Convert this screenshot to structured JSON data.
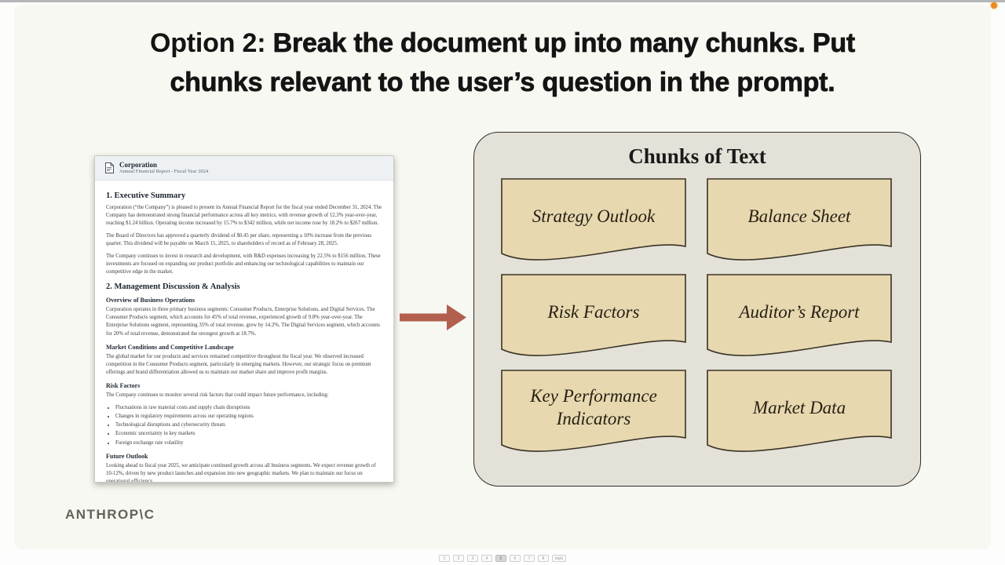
{
  "title": {
    "prefix": "Option 2: ",
    "line1_bold": "Break the document up into many chunks. Put",
    "line2_bold": "chunks relevant to the user’s question in the prompt."
  },
  "document": {
    "header": {
      "title": "Corporation",
      "subtitle": "Annual Financial Report - Fiscal Year 2024",
      "icon": "document-page-icon"
    },
    "sections": [
      {
        "type": "h1",
        "text": "1. Executive Summary"
      },
      {
        "type": "p",
        "text": "Corporation (“the Company”) is pleased to present its Annual Financial Report for the fiscal year ended December 31, 2024. The Company has demonstrated strong financial performance across all key metrics, with revenue growth of 12.3% year-over-year, reaching $1.24 billion. Operating income increased by 15.7% to $342 million, while net income rose by 18.2% to $267 million."
      },
      {
        "type": "p",
        "text": "The Board of Directors has approved a quarterly dividend of $0.45 per share, representing a 10% increase from the previous quarter. This dividend will be payable on March 15, 2025, to shareholders of record as of February 28, 2025."
      },
      {
        "type": "p",
        "text": "The Company continues to invest in research and development, with R&D expenses increasing by 22.5% to $156 million. These investments are focused on expanding our product portfolio and enhancing our technological capabilities to maintain our competitive edge in the market."
      },
      {
        "type": "h1",
        "text": "2. Management Discussion & Analysis"
      },
      {
        "type": "h2",
        "text": "Overview of Business Operations"
      },
      {
        "type": "p",
        "text": "Corporation operates in three primary business segments: Consumer Products, Enterprise Solutions, and Digital Services. The Consumer Products segment, which accounts for 45% of total revenue, experienced growth of 9.8% year-over-year. The Enterprise Solutions segment, representing 35% of total revenue, grew by 14.2%. The Digital Services segment, which accounts for 20% of total revenue, demonstrated the strongest growth at 18.7%."
      },
      {
        "type": "h2",
        "text": "Market Conditions and Competitive Landscape"
      },
      {
        "type": "p",
        "text": "The global market for our products and services remained competitive throughout the fiscal year. We observed increased competition in the Consumer Products segment, particularly in emerging markets. However, our strategic focus on premium offerings and brand differentiation allowed us to maintain our market share and improve profit margins."
      },
      {
        "type": "h2",
        "text": "Risk Factors"
      },
      {
        "type": "p",
        "text": "The Company continues to monitor several risk factors that could impact future performance, including:"
      },
      {
        "type": "ul",
        "items": [
          "Fluctuations in raw material costs and supply chain disruptions",
          "Changes in regulatory requirements across our operating regions",
          "Technological disruptions and cybersecurity threats",
          "Economic uncertainty in key markets",
          "Foreign exchange rate volatility"
        ]
      },
      {
        "type": "h2",
        "text": "Future Outlook"
      },
      {
        "type": "p",
        "text": "Looking ahead to fiscal year 2025, we anticipate continued growth across all business segments. We expect revenue growth of 10-12%, driven by new product launches and expansion into new geographic markets. We plan to maintain our focus on operational efficiency,"
      }
    ]
  },
  "chunks_panel": {
    "title": "Chunks of Text",
    "chunks": [
      "Strategy Outlook",
      "Balance Sheet",
      "Risk Factors",
      "Auditor’s Report",
      "Key Performance Indicators",
      "Market Data"
    ]
  },
  "arrow_icon": "right-arrow-icon",
  "logo_text": "ANTHROP\\C",
  "footer": {
    "buttons": [
      "1",
      "2",
      "3",
      "4",
      "5",
      "6",
      "7",
      "8",
      "style"
    ],
    "active_index": 4
  },
  "colors": {
    "slide_bg": "#f8f8f2",
    "panel_bg": "#e4e2d8",
    "panel_border": "#2e2e2e",
    "chunk_fill": "#e7d8b0",
    "chunk_stroke": "#3a3326",
    "arrow": "#b2604d",
    "accent_orange": "#ee8a20",
    "logo_gray": "#63635b"
  }
}
